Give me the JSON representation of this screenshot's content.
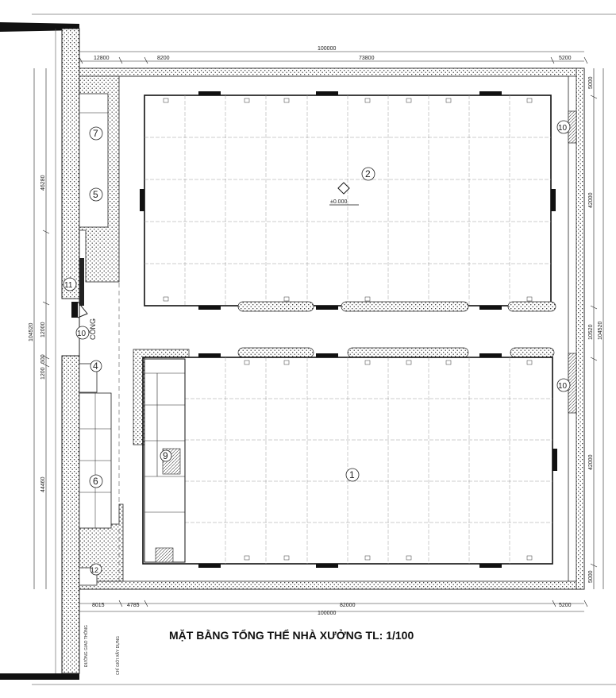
{
  "drawing_title": "MẶT BẰNG TỔNG THỂ NHÀ XƯỞNG TL: 1/100",
  "gate_label": "CỔNG",
  "elevation_label": "±0.000",
  "dims_top": {
    "total": "100000",
    "left": "12800",
    "seg1": "8200",
    "seg2": "73800",
    "right": "5200"
  },
  "dims_bottom": {
    "seg1": "8015",
    "seg2": "4785",
    "seg3": "82000",
    "right": "5200",
    "total": "100000"
  },
  "dims_left": {
    "upper": "46280",
    "total": "104520",
    "gate": "12000",
    "small1": "1200",
    "small2": "600",
    "lower": "44460"
  },
  "dims_right": {
    "top": "5000",
    "upper": "42000",
    "middle": "10520",
    "total": "104520",
    "lower": "42000",
    "bottom": "5000"
  },
  "markers": {
    "m1": "1",
    "m2": "2",
    "m4": "4",
    "m5": "5",
    "m6": "6",
    "m7": "7",
    "m9": "9",
    "m10": "10",
    "m11": "11",
    "m12": "12"
  },
  "side_text": {
    "a": "ĐƯỜNG GIAO THÔNG",
    "b": "CHỈ GIỚI XÂY DỰNG"
  }
}
